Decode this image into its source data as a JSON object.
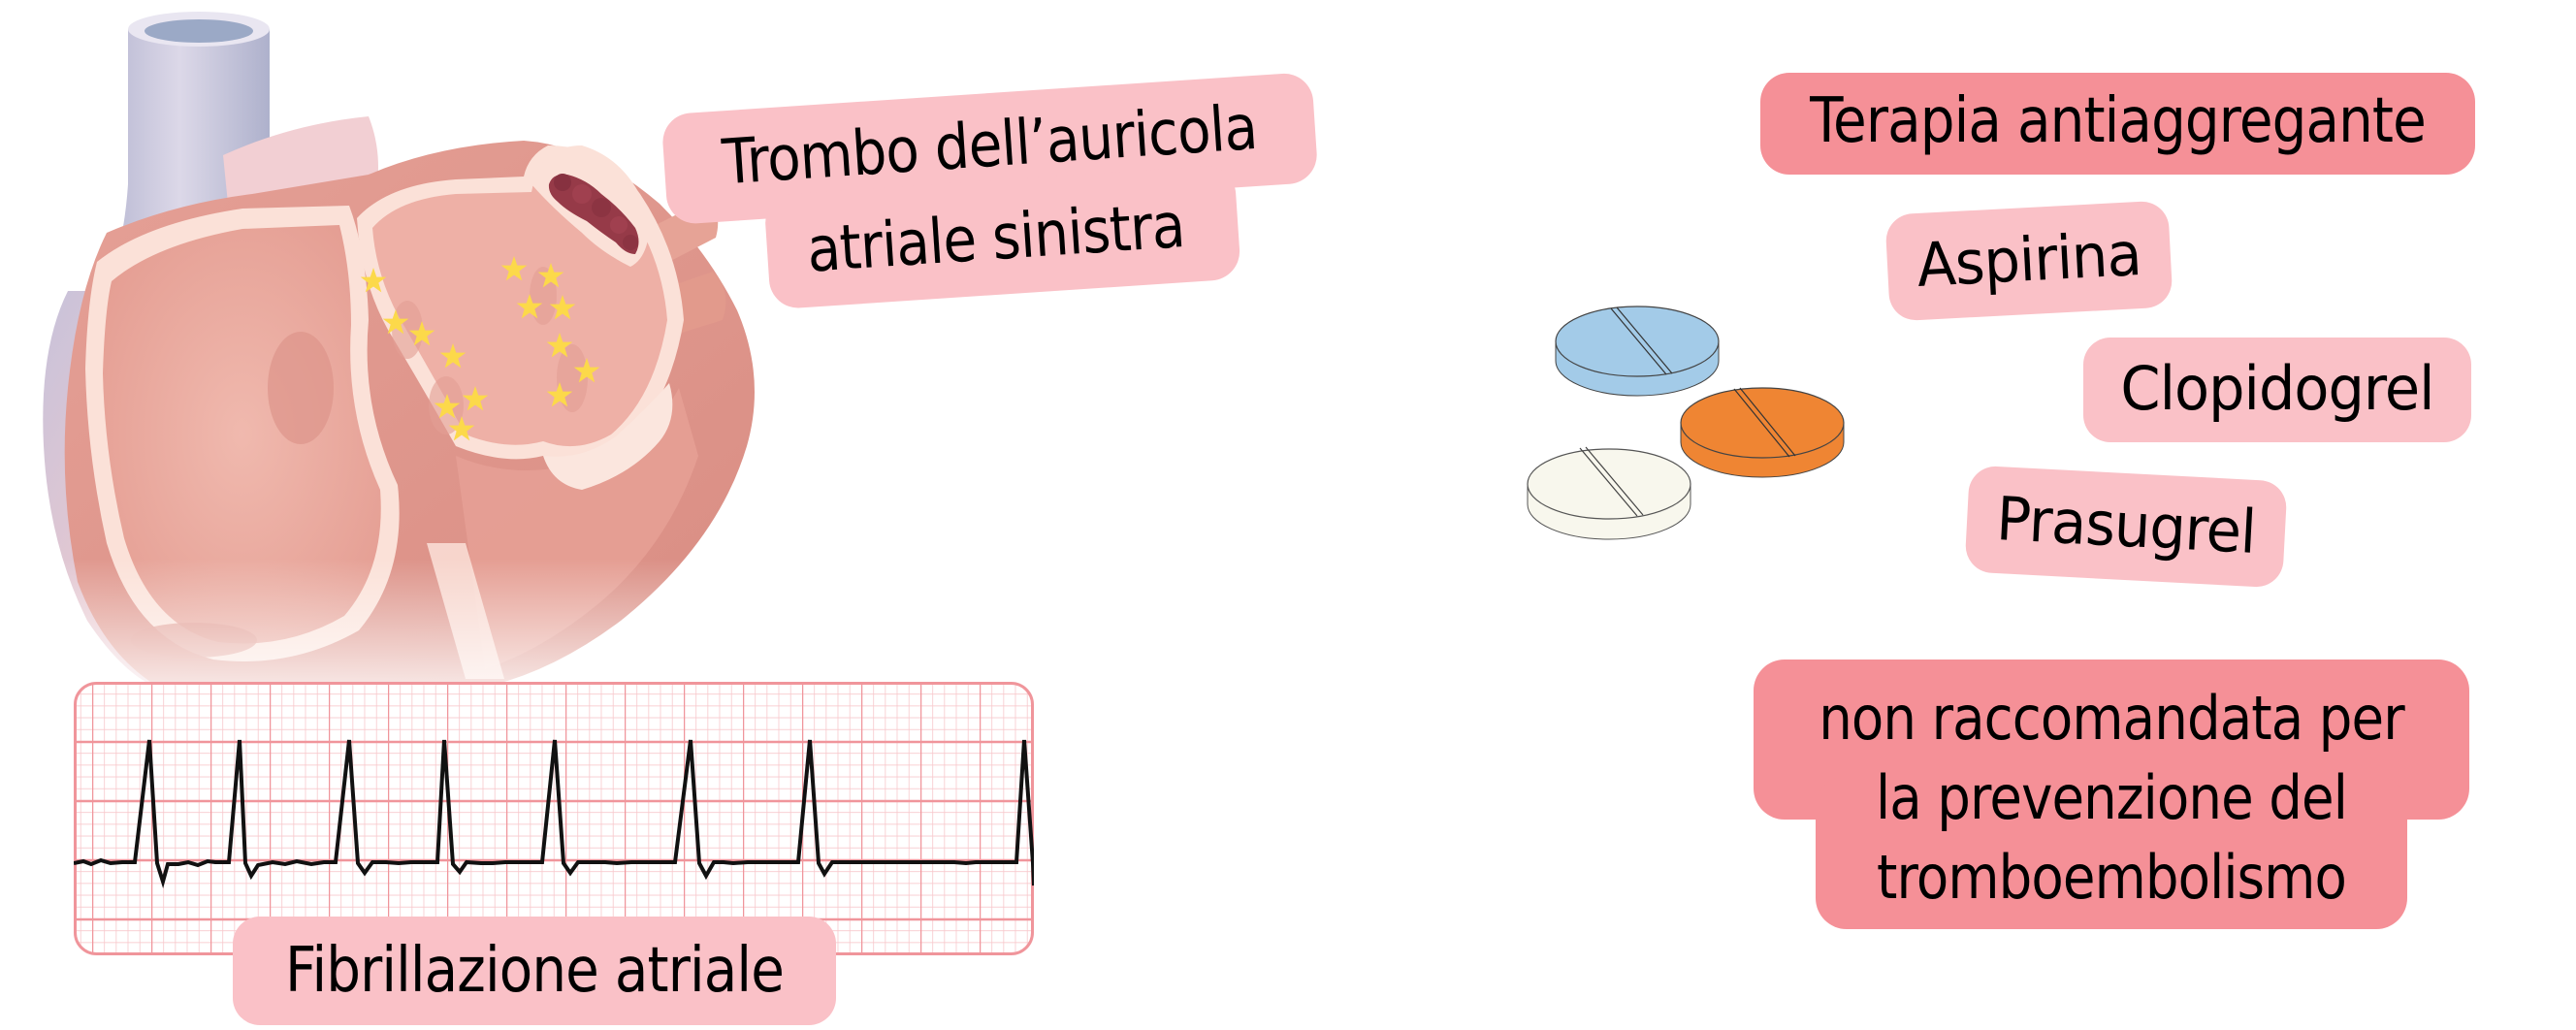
{
  "colors": {
    "background": "#ffffff",
    "label_light": "#fac1c7",
    "label_strong": "#f59097",
    "text": "#000000",
    "ecg_grid_major": "#f0959b",
    "ecg_grid_minor": "#f8c8cc",
    "ecg_trace": "#111111",
    "heart_flesh": "#eaa89e",
    "heart_wall": "#fbe1d8",
    "vessel": "#c4c4dc",
    "thrombus": "#963a48",
    "stars": "#fcd94a",
    "pill_blue": "#a3cbe8",
    "pill_orange": "#ef8533",
    "pill_white": "#f8f7ed"
  },
  "left_panel": {
    "heart_illustration": {
      "icon": "heart-anatomy-cross-section",
      "thrombus_marker": "left-atrial-appendage-thrombus",
      "fibrillation_stars_count": 14
    },
    "thrombus_label": {
      "line1": "Trombo dell’auricola",
      "line2": "atriale sinistra"
    },
    "ecg_strip": {
      "icon": "ecg-atrial-fibrillation-trace",
      "qrs_complexes": 8
    },
    "ecg_label": "Fibrillazione atriale"
  },
  "right_panel": {
    "heading": "Terapia antiaggregante",
    "pills_icon": "three-tablets",
    "drugs": [
      {
        "name": "Aspirina"
      },
      {
        "name": "Clopidogrel"
      },
      {
        "name": "Prasugrel"
      }
    ],
    "note": {
      "line1": "non raccomandata per",
      "line2": "la prevenzione del",
      "line3": "tromboembolismo"
    }
  }
}
